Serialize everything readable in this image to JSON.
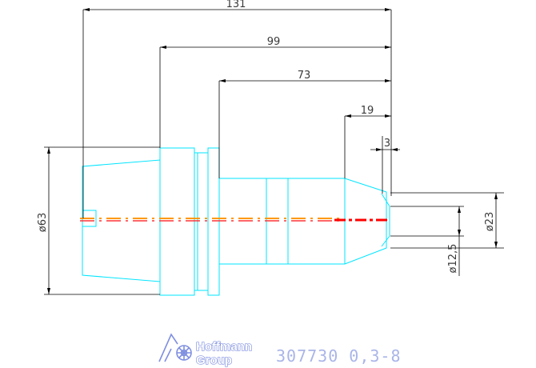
{
  "dimensions": {
    "total_length": "131",
    "length_99": "99",
    "length_73": "73",
    "length_19": "19",
    "length_3": "3",
    "dia_63": "ø63",
    "dia_23": "ø23",
    "dia_12_5": "ø12,5"
  },
  "title_block": {
    "logo_line1": "Hoffmann",
    "logo_line2": "Group",
    "part_number": "307730 0,3-8"
  },
  "colors": {
    "outline": "#00e5ff",
    "dimension": "#000000",
    "centerline_orange": "#ff9900",
    "centerline_red": "#ff0000",
    "logo": "#7f8fe0"
  }
}
